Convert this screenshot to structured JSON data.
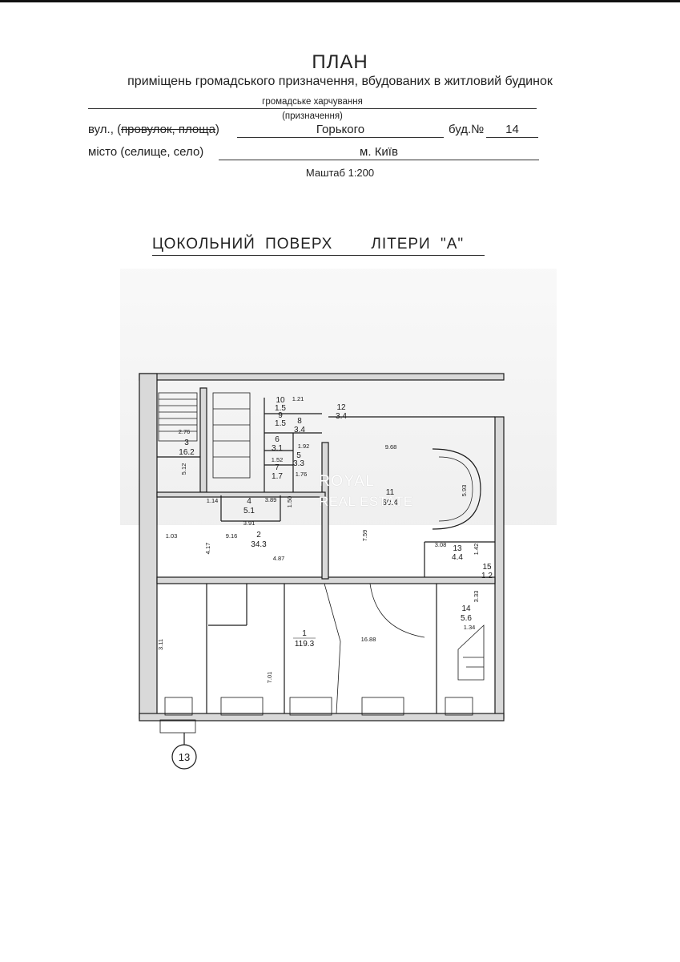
{
  "header": {
    "title": "ПЛАН",
    "subtitle": "приміщень громадського призначення, вбудованих в житловий будинок",
    "purpose_value": "громадське харчування",
    "purpose_caption": "(призначення)"
  },
  "address": {
    "street_label_prefix": "вул., (",
    "street_label_struck": "провулок, площа",
    "street_label_suffix": ")",
    "street_value": "Горького",
    "building_label": "буд.№",
    "building_value": "14",
    "city_label": "місто (селище, село)",
    "city_value": "м. Київ"
  },
  "scale": "Маштаб 1:200",
  "floor": {
    "name": "ЦОКОЛЬНИЙ ПОВЕРХ",
    "letter": "ЛІТЕРИ \"А\""
  },
  "watermark": {
    "line1": "ROYAL",
    "line2": "REAL ESTATE"
  },
  "rooms": [
    {
      "number": "1",
      "area": "119.3"
    },
    {
      "number": "2",
      "area": "34.3"
    },
    {
      "number": "3",
      "area": "16.2"
    },
    {
      "number": "4",
      "area": "5.1"
    },
    {
      "number": "5",
      "area": "3.3"
    },
    {
      "number": "6",
      "area": "3.1"
    },
    {
      "number": "7",
      "area": "1.7"
    },
    {
      "number": "8",
      "area": "3.4"
    },
    {
      "number": "9",
      "area": "1.5"
    },
    {
      "number": "10",
      "area": "1.5"
    },
    {
      "number": "11",
      "area": "69.4"
    },
    {
      "number": "12",
      "area": "3.4"
    },
    {
      "number": "13",
      "area": "4.4"
    },
    {
      "number": "14",
      "area": "5.6"
    },
    {
      "number": "15",
      "area": "1.2"
    }
  ],
  "dimensions": {
    "d1": "2.76",
    "d2": "5.12",
    "d3": "1.21",
    "d4": "9.68",
    "d5": "1.92",
    "d6": "1.52",
    "d7": "1.76",
    "d8": "1.14",
    "d9": "3.89",
    "d10": "1.50",
    "d11": "3.91",
    "d12": "5.93",
    "d13": "9.16",
    "d14": "4.17",
    "d15": "1.03",
    "d16": "7.59",
    "d17": "4.87",
    "d18": "3.08",
    "d19": "1.42",
    "d20": "3.33",
    "d21": "1.34",
    "d22": "3.11",
    "d23": "7.01",
    "d24": "16.88"
  },
  "axis_marker": "13",
  "colors": {
    "ink": "#1a1a1a",
    "wall": "#d9d9d9"
  }
}
